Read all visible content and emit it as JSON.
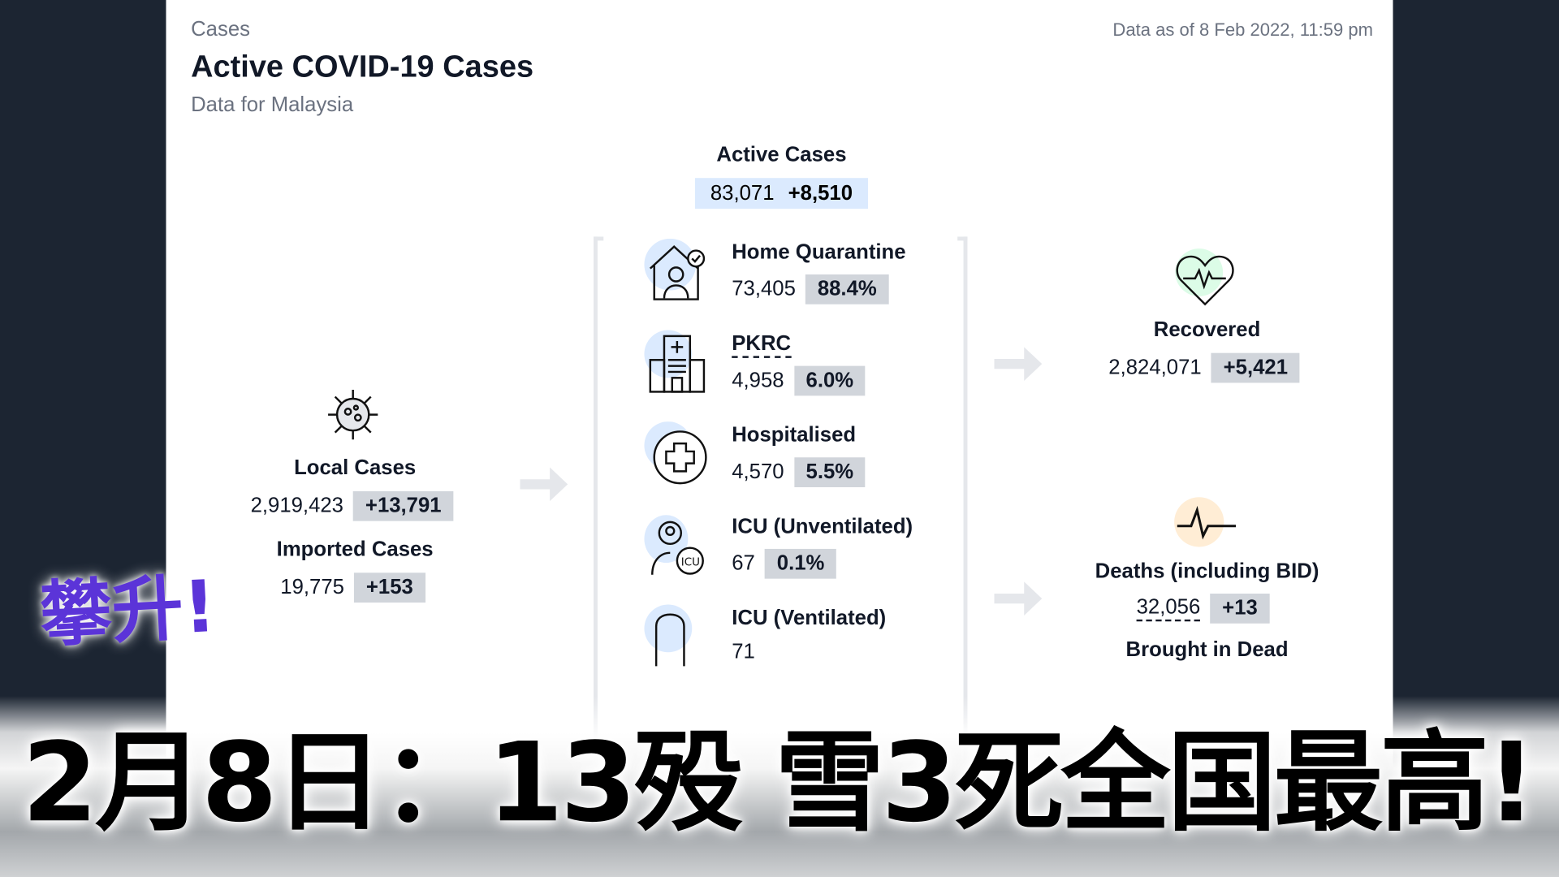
{
  "header": {
    "section": "Cases",
    "title": "Active COVID-19 Cases",
    "subtitle": "Data for Malaysia",
    "updated": "Data as of 8 Feb 2022, 11:59 pm"
  },
  "active": {
    "label": "Active Cases",
    "value": "83,071",
    "change": "+8,510"
  },
  "local": {
    "label": "Local Cases",
    "value": "2,919,423",
    "change": "+13,791"
  },
  "imported": {
    "label": "Imported Cases",
    "value": "19,775",
    "change": "+153"
  },
  "categories": [
    {
      "label": "Home Quarantine",
      "value": "73,405",
      "pct": "88.4%",
      "icon": "home-quarantine-icon"
    },
    {
      "label": "PKRC",
      "value": "4,958",
      "pct": "6.0%",
      "icon": "quarantine-center-building-icon"
    },
    {
      "label": "Hospitalised",
      "value": "4,570",
      "pct": "5.5%",
      "icon": "medical-cross-icon"
    },
    {
      "label": "ICU (Unventilated)",
      "value": "67",
      "pct": "0.1%",
      "icon": "icu-doctor-icon"
    },
    {
      "label": "ICU (Ventilated)",
      "value": "71",
      "icon": "ventilator-icon"
    }
  ],
  "recovered": {
    "label": "Recovered",
    "value": "2,824,071",
    "change": "+5,421",
    "icon": "heart-pulse-icon"
  },
  "deaths": {
    "label": "Deaths (including BID)",
    "value": "32,056",
    "change": "+13",
    "icon": "heartbeat-line-icon"
  },
  "bid": {
    "label": "Brought in Dead"
  },
  "overlay": {
    "headline": "2月8日：13殁 雪3死全国最高!",
    "tag": "攀升!",
    "tag_color": "#5b34d8"
  },
  "colors": {
    "background": "#1c2532",
    "badge": "#d1d5db",
    "active_badge": "#dbeafe"
  }
}
